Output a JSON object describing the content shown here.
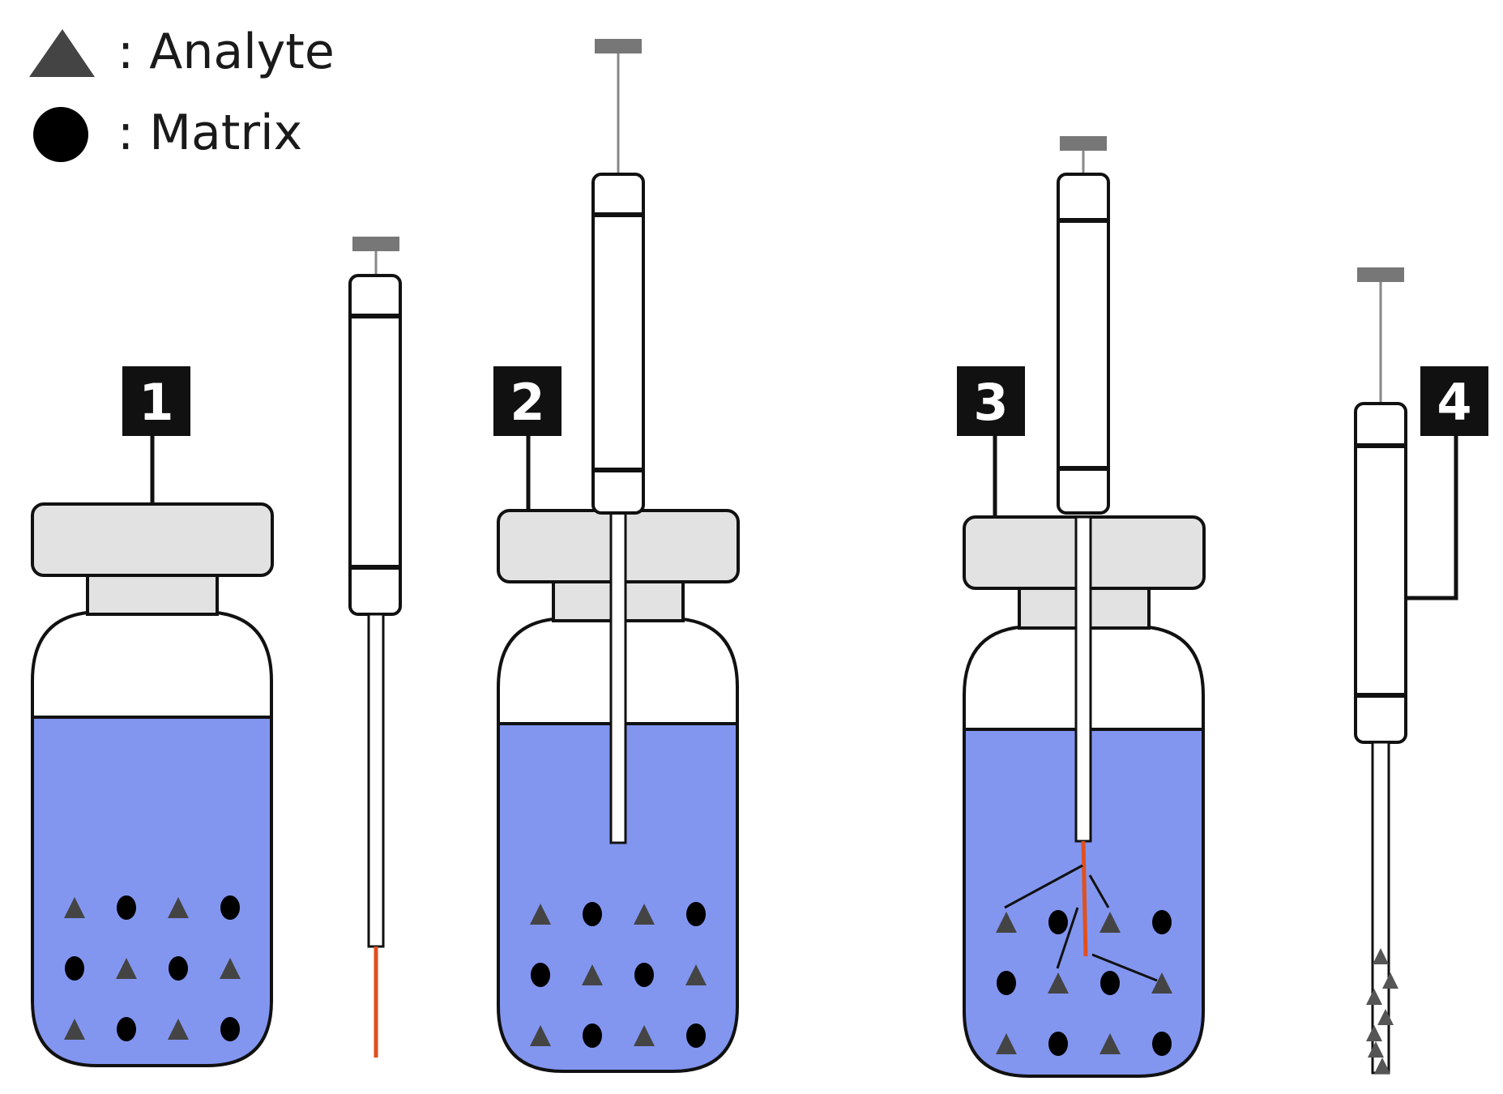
{
  "legend": {
    "items": [
      {
        "symbol": "triangle",
        "label": ": Analyte"
      },
      {
        "symbol": "circle",
        "label": ": Matrix"
      }
    ]
  },
  "steps": [
    {
      "number": "1"
    },
    {
      "number": "2"
    },
    {
      "number": "3"
    },
    {
      "number": "4"
    }
  ],
  "colors": {
    "liquid": "#8296f0",
    "cap": "#e2e2e2",
    "fiber": "#e0501e",
    "plunger": "#777777",
    "outline": "#111111",
    "particle": "#444444",
    "label_bg": "#111111"
  }
}
